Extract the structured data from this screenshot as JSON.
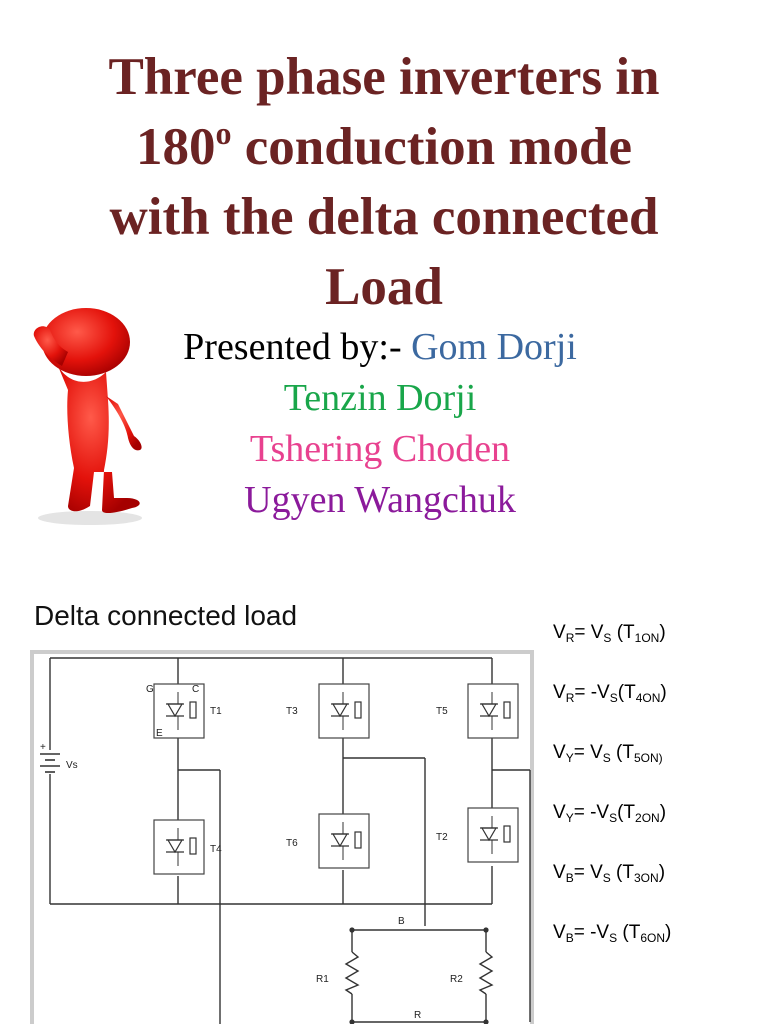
{
  "slide": {
    "title_lines": [
      "Three phase inverters in",
      "180",
      "o",
      " conduction mode",
      "with the delta connected",
      "Load"
    ],
    "presented_by_label": "Presented by:-",
    "presenters": [
      "Gom Dorji",
      "Tenzin Dorji",
      "Tshering Choden",
      "Ugyen Wangchuk"
    ],
    "presenter_colors": [
      "#3c69a0",
      "#19a64a",
      "#e8418f",
      "#8b1a9b"
    ],
    "title_color": "#6b2323",
    "figure_icon": "thinking-person-icon"
  },
  "diagram": {
    "title": "Delta connected load",
    "source_label": "Vs",
    "switch_labels": [
      "T1",
      "T3",
      "T5",
      "T4",
      "T6",
      "T2"
    ],
    "terminal_labels": [
      "G",
      "C",
      "E"
    ],
    "node_labels": [
      "B",
      "R"
    ],
    "resistor_labels": [
      "R1",
      "R2"
    ],
    "plus_sign": "+"
  },
  "equations": [
    {
      "base": "V",
      "sub1": "R",
      "mid": "= V",
      "sub2": "S",
      "paren_open": " (T",
      "sub3": "1ON",
      "paren_close": ")"
    },
    {
      "base": "V",
      "sub1": "R",
      "mid": "= -V",
      "sub2": "S",
      "paren_open": "(T",
      "sub3": "4ON",
      "paren_close": ")"
    },
    {
      "base": "V",
      "sub1": "Y",
      "mid": "= V",
      "sub2": "S",
      "paren_open": " (T",
      "sub3": "5ON)",
      "paren_close": ""
    },
    {
      "base": "V",
      "sub1": "Y",
      "mid": "= -V",
      "sub2": "S",
      "paren_open": "(T",
      "sub3": "2ON",
      "paren_close": ")"
    },
    {
      "base": "V",
      "sub1": "B",
      "mid": "= V",
      "sub2": "S",
      "paren_open": " (T",
      "sub3": "3ON",
      "paren_close": ")"
    },
    {
      "base": "V",
      "sub1": "B",
      "mid": "= -V",
      "sub2": "S",
      "paren_open": "  (T",
      "sub3": "6ON",
      "paren_close": ")"
    }
  ]
}
